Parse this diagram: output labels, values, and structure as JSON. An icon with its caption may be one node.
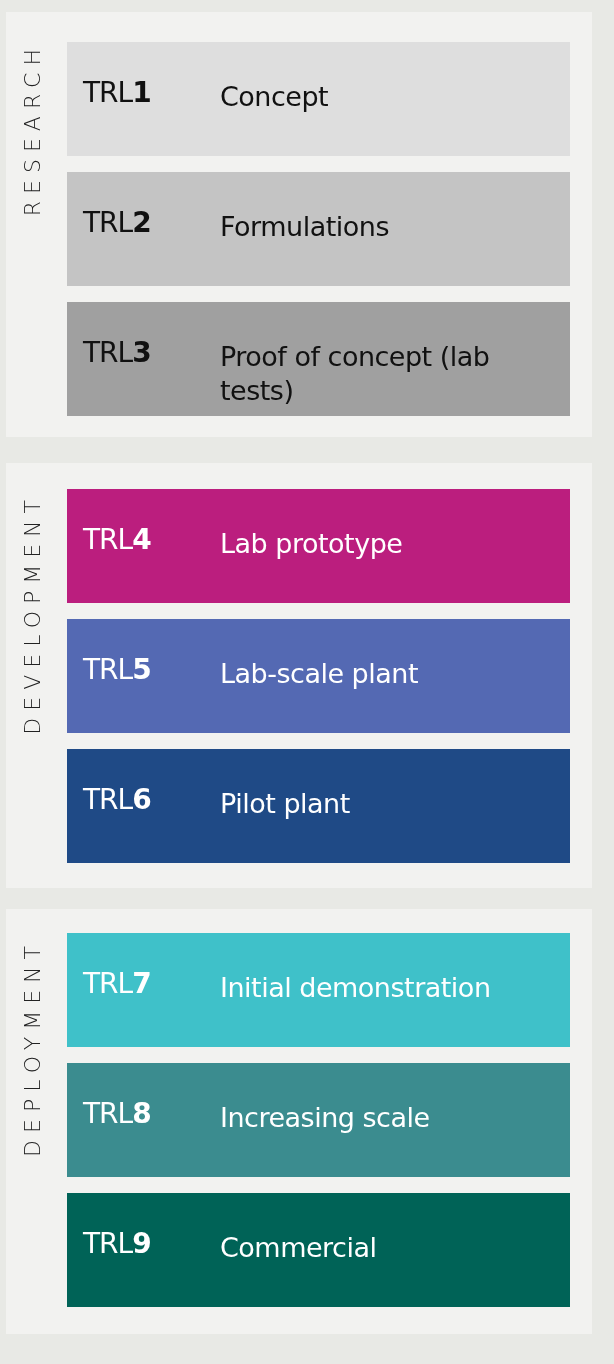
{
  "diagram": {
    "nodes": [
      {
        "text": [
          "RESEARCH"
        ]
      },
      {
        "text": [
          "TRL**1**",
          "Concept"
        ],
        "in": 0
      },
      {
        "text": [
          "TRL**2**",
          "Formulations"
        ],
        "in": 0
      },
      {
        "text": [
          "TRL**3**",
          "Proof of concept (lab tests)"
        ],
        "in": 0
      },
      {
        "text": [
          "DEVELOPMENT"
        ]
      },
      {
        "text": [
          "TRL**4**",
          "Lab prototype"
        ],
        "in": 4
      },
      {
        "text": [
          "TRL**5**",
          "Lab-scale plant"
        ],
        "in": 4
      },
      {
        "text": [
          "TRL**6**",
          "Pilot plant"
        ],
        "in": 4
      },
      {
        "text": [
          "DEPLOYMENT"
        ]
      },
      {
        "text": [
          "TRL**7**",
          "Initial demonstration"
        ],
        "in": 8
      },
      {
        "text": [
          "TRL**8**",
          "Increasing scale"
        ],
        "in": 8
      },
      {
        "text": [
          "TRL**9**",
          "Commercial"
        ],
        "in": 8
      }
    ]
  }
}
